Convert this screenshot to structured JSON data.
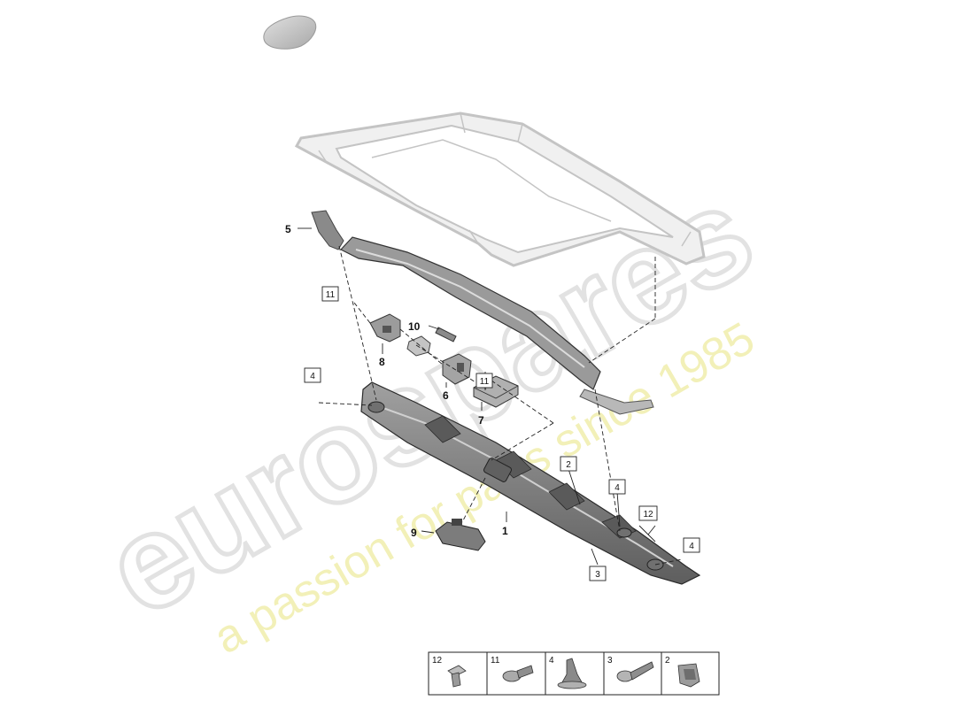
{
  "watermark": {
    "brand": "eurospares",
    "tagline": "a passion for parts since 1985"
  },
  "callouts": [
    {
      "id": "c5",
      "label": "5"
    },
    {
      "id": "c10",
      "label": "10"
    },
    {
      "id": "c8",
      "label": "8"
    },
    {
      "id": "c6",
      "label": "6"
    },
    {
      "id": "c7",
      "label": "7"
    },
    {
      "id": "c9",
      "label": "9"
    },
    {
      "id": "c1",
      "label": "1"
    }
  ],
  "boxed_callouts": [
    {
      "id": "b11a",
      "label": "11"
    },
    {
      "id": "b4a",
      "label": "4"
    },
    {
      "id": "b11b",
      "label": "11"
    },
    {
      "id": "b2",
      "label": "2"
    },
    {
      "id": "b4b",
      "label": "4"
    },
    {
      "id": "b12",
      "label": "12"
    },
    {
      "id": "b4c",
      "label": "4"
    },
    {
      "id": "b3",
      "label": "3"
    }
  ],
  "fastener_table": {
    "cells": [
      {
        "label": "12",
        "icon": "short-bolt-icon"
      },
      {
        "label": "11",
        "icon": "flange-screw-icon"
      },
      {
        "label": "4",
        "icon": "expanding-rivet-icon"
      },
      {
        "label": "3",
        "icon": "self-tapping-screw-icon"
      },
      {
        "label": "2",
        "icon": "spring-clip-icon"
      }
    ]
  },
  "colors": {
    "line": "#1a1a1a",
    "ghost": "#c8c8c8",
    "part": "#7a7a7a",
    "watermark_grey": "#e4e4e4",
    "watermark_yellow": "#f2f0b8"
  }
}
